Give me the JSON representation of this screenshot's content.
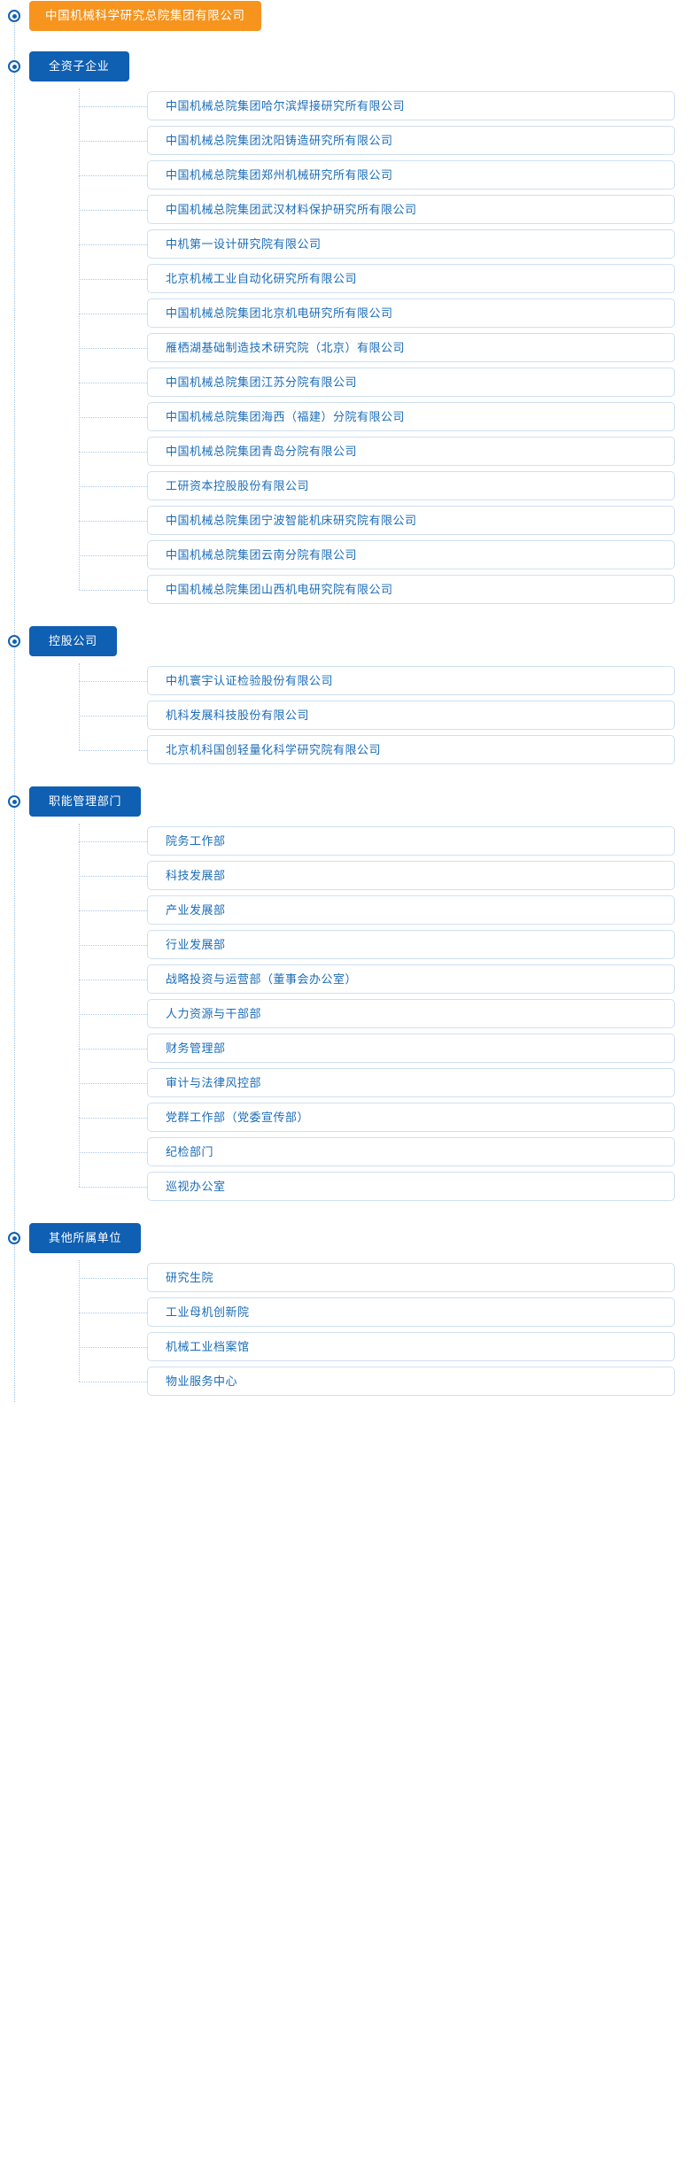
{
  "root": {
    "label": "中国机械科学研究总院集团有限公司",
    "color": "#f7941e"
  },
  "theme": {
    "group_color": "#0f5fb2",
    "item_text_color": "#1b6cb8",
    "item_border_color": "#cfe0f1",
    "connector_color": "#a9c9e8"
  },
  "groups": [
    {
      "title": "全资子企业",
      "items": [
        {
          "label": "中国机械总院集团哈尔滨焊接研究所有限公司"
        },
        {
          "label": "中国机械总院集团沈阳铸造研究所有限公司"
        },
        {
          "label": "中国机械总院集团郑州机械研究所有限公司"
        },
        {
          "label": "中国机械总院集团武汉材料保护研究所有限公司"
        },
        {
          "label": "中机第一设计研究院有限公司"
        },
        {
          "label": "北京机械工业自动化研究所有限公司"
        },
        {
          "label": "中国机械总院集团北京机电研究所有限公司"
        },
        {
          "label": "雁栖湖基础制造技术研究院（北京）有限公司"
        },
        {
          "label": "中国机械总院集团江苏分院有限公司"
        },
        {
          "label": "中国机械总院集团海西（福建）分院有限公司"
        },
        {
          "label": "中国机械总院集团青岛分院有限公司"
        },
        {
          "label": "工研资本控股股份有限公司"
        },
        {
          "label": "中国机械总院集团宁波智能机床研究院有限公司"
        },
        {
          "label": "中国机械总院集团云南分院有限公司"
        },
        {
          "label": "中国机械总院集团山西机电研究院有限公司"
        }
      ]
    },
    {
      "title": "控股公司",
      "items": [
        {
          "label": "中机寰宇认证检验股份有限公司"
        },
        {
          "label": "机科发展科技股份有限公司"
        },
        {
          "label": "北京机科国创轻量化科学研究院有限公司"
        }
      ]
    },
    {
      "title": "职能管理部门",
      "items": [
        {
          "label": "院务工作部"
        },
        {
          "label": "科技发展部"
        },
        {
          "label": "产业发展部"
        },
        {
          "label": "行业发展部"
        },
        {
          "label": "战略投资与运营部（董事会办公室）"
        },
        {
          "label": "人力资源与干部部"
        },
        {
          "label": "财务管理部"
        },
        {
          "label": "审计与法律风控部"
        },
        {
          "label": "党群工作部（党委宣传部）"
        },
        {
          "label": "纪检部门"
        },
        {
          "label": "巡视办公室"
        }
      ]
    },
    {
      "title": "其他所属单位",
      "items": [
        {
          "label": "研究生院"
        },
        {
          "label": "工业母机创新院"
        },
        {
          "label": "机械工业档案馆"
        },
        {
          "label": "物业服务中心"
        }
      ]
    }
  ]
}
